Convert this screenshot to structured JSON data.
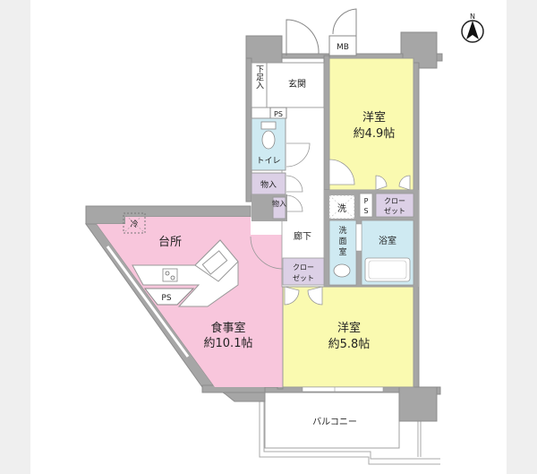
{
  "colors": {
    "wall": "#a6a6a6",
    "wall_stroke": "#8c8c8c",
    "western_room": "#fafab0",
    "dining_kitchen": "#f8c6dc",
    "water_area": "#cfeaf2",
    "closet": "#dcd0e6",
    "floor_white": "#ffffff",
    "side_band": "#efefef"
  },
  "compass": {
    "label": "N"
  },
  "rooms": {
    "entrance": {
      "label": "玄関"
    },
    "shoe_storage": {
      "label": "下足入"
    },
    "meter_box": {
      "label": "MB"
    },
    "ps_toilet": {
      "label": "PS"
    },
    "toilet": {
      "label": "トイレ"
    },
    "storage_1": {
      "label": "物入"
    },
    "storage_2": {
      "label": "物入"
    },
    "western_room_north": {
      "label": "洋室",
      "size": "約4.9帖"
    },
    "washer": {
      "label": "洗"
    },
    "ps_bath": {
      "label": "P S"
    },
    "closet_north": {
      "label1": "クロー",
      "label2": "ゼット"
    },
    "washroom": {
      "label": "洗面室"
    },
    "bathroom": {
      "label": "浴室"
    },
    "hallway": {
      "label": "廊下"
    },
    "closet_hall": {
      "label1": "クロー",
      "label2": "ゼット"
    },
    "kitchen": {
      "label": "台所"
    },
    "fridge": {
      "label": "冷"
    },
    "ps_kitchen": {
      "label": "PS"
    },
    "dining": {
      "label": "食事室",
      "size": "約10.1帖"
    },
    "western_room_south": {
      "label": "洋室",
      "size": "約5.8帖"
    },
    "balcony": {
      "label": "バルコニー"
    }
  }
}
